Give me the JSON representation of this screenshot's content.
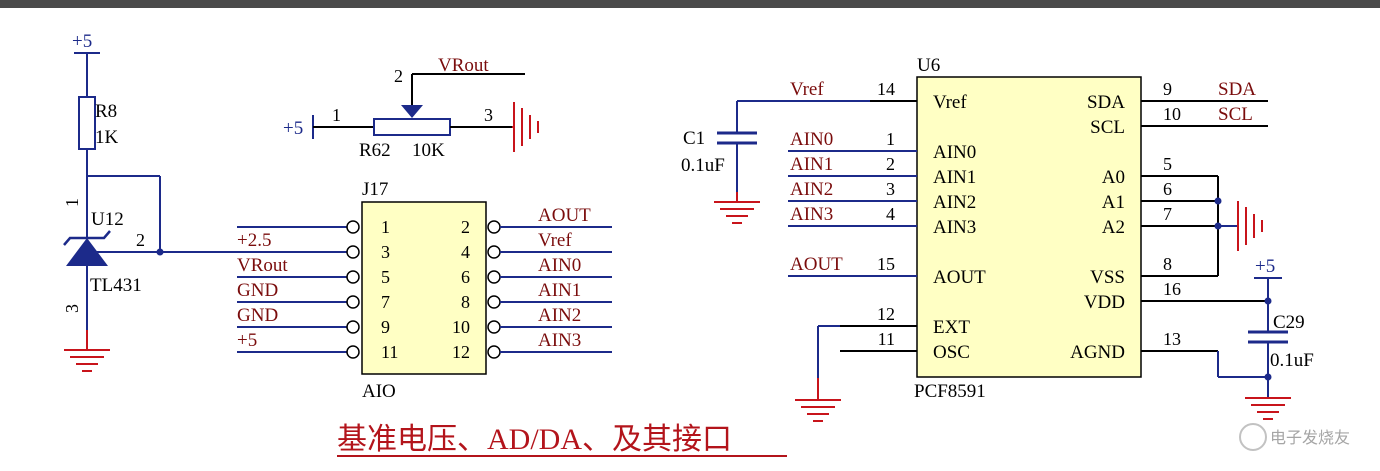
{
  "caption": "基准电压、AD/DA、及其接口",
  "watermark": "电子发烧友",
  "vref_circuit": {
    "power_label": "+5",
    "r8_name": "R8",
    "r8_value": "1K",
    "u12_name": "U12",
    "u12_part": "TL431",
    "pins": [
      "1",
      "2",
      "3"
    ]
  },
  "potentiometer": {
    "power_label": "+5",
    "designator": "R62",
    "value": "10K",
    "wiper_net": "VRout",
    "pins": [
      "1",
      "2",
      "3"
    ]
  },
  "connector": {
    "designator": "J17",
    "name": "AIO",
    "rows": [
      {
        "left_net": "",
        "left_pin": "1",
        "right_pin": "2",
        "right_net": "AOUT"
      },
      {
        "left_net": "+2.5",
        "left_pin": "3",
        "right_pin": "4",
        "right_net": "Vref"
      },
      {
        "left_net": "VRout",
        "left_pin": "5",
        "right_pin": "6",
        "right_net": "AIN0"
      },
      {
        "left_net": "GND",
        "left_pin": "7",
        "right_pin": "8",
        "right_net": "AIN1"
      },
      {
        "left_net": "GND",
        "left_pin": "9",
        "right_pin": "10",
        "right_net": "AIN2"
      },
      {
        "left_net": "+5",
        "left_pin": "11",
        "right_pin": "12",
        "right_net": "AIN3"
      }
    ]
  },
  "chip": {
    "designator": "U6",
    "part": "PCF8591",
    "left_pins": [
      {
        "num": "14",
        "name": "Vref",
        "net": "Vref"
      },
      {
        "num": "1",
        "name": "AIN0",
        "net": "AIN0"
      },
      {
        "num": "2",
        "name": "AIN1",
        "net": "AIN1"
      },
      {
        "num": "3",
        "name": "AIN2",
        "net": "AIN2"
      },
      {
        "num": "4",
        "name": "AIN3",
        "net": "AIN3"
      },
      {
        "num": "15",
        "name": "AOUT",
        "net": "AOUT"
      },
      {
        "num": "12",
        "name": "EXT",
        "net": ""
      },
      {
        "num": "11",
        "name": "OSC",
        "net": ""
      }
    ],
    "right_pins": [
      {
        "num": "9",
        "name": "SDA",
        "net": "SDA"
      },
      {
        "num": "10",
        "name": "SCL",
        "net": "SCL"
      },
      {
        "num": "5",
        "name": "A0",
        "net": ""
      },
      {
        "num": "6",
        "name": "A1",
        "net": ""
      },
      {
        "num": "7",
        "name": "A2",
        "net": ""
      },
      {
        "num": "8",
        "name": "VSS",
        "net": ""
      },
      {
        "num": "16",
        "name": "VDD",
        "net": ""
      },
      {
        "num": "13",
        "name": "AGND",
        "net": ""
      }
    ],
    "c1": {
      "name": "C1",
      "value": "0.1uF"
    },
    "c29": {
      "name": "C29",
      "value": "0.1uF",
      "power_label": "+5"
    }
  }
}
